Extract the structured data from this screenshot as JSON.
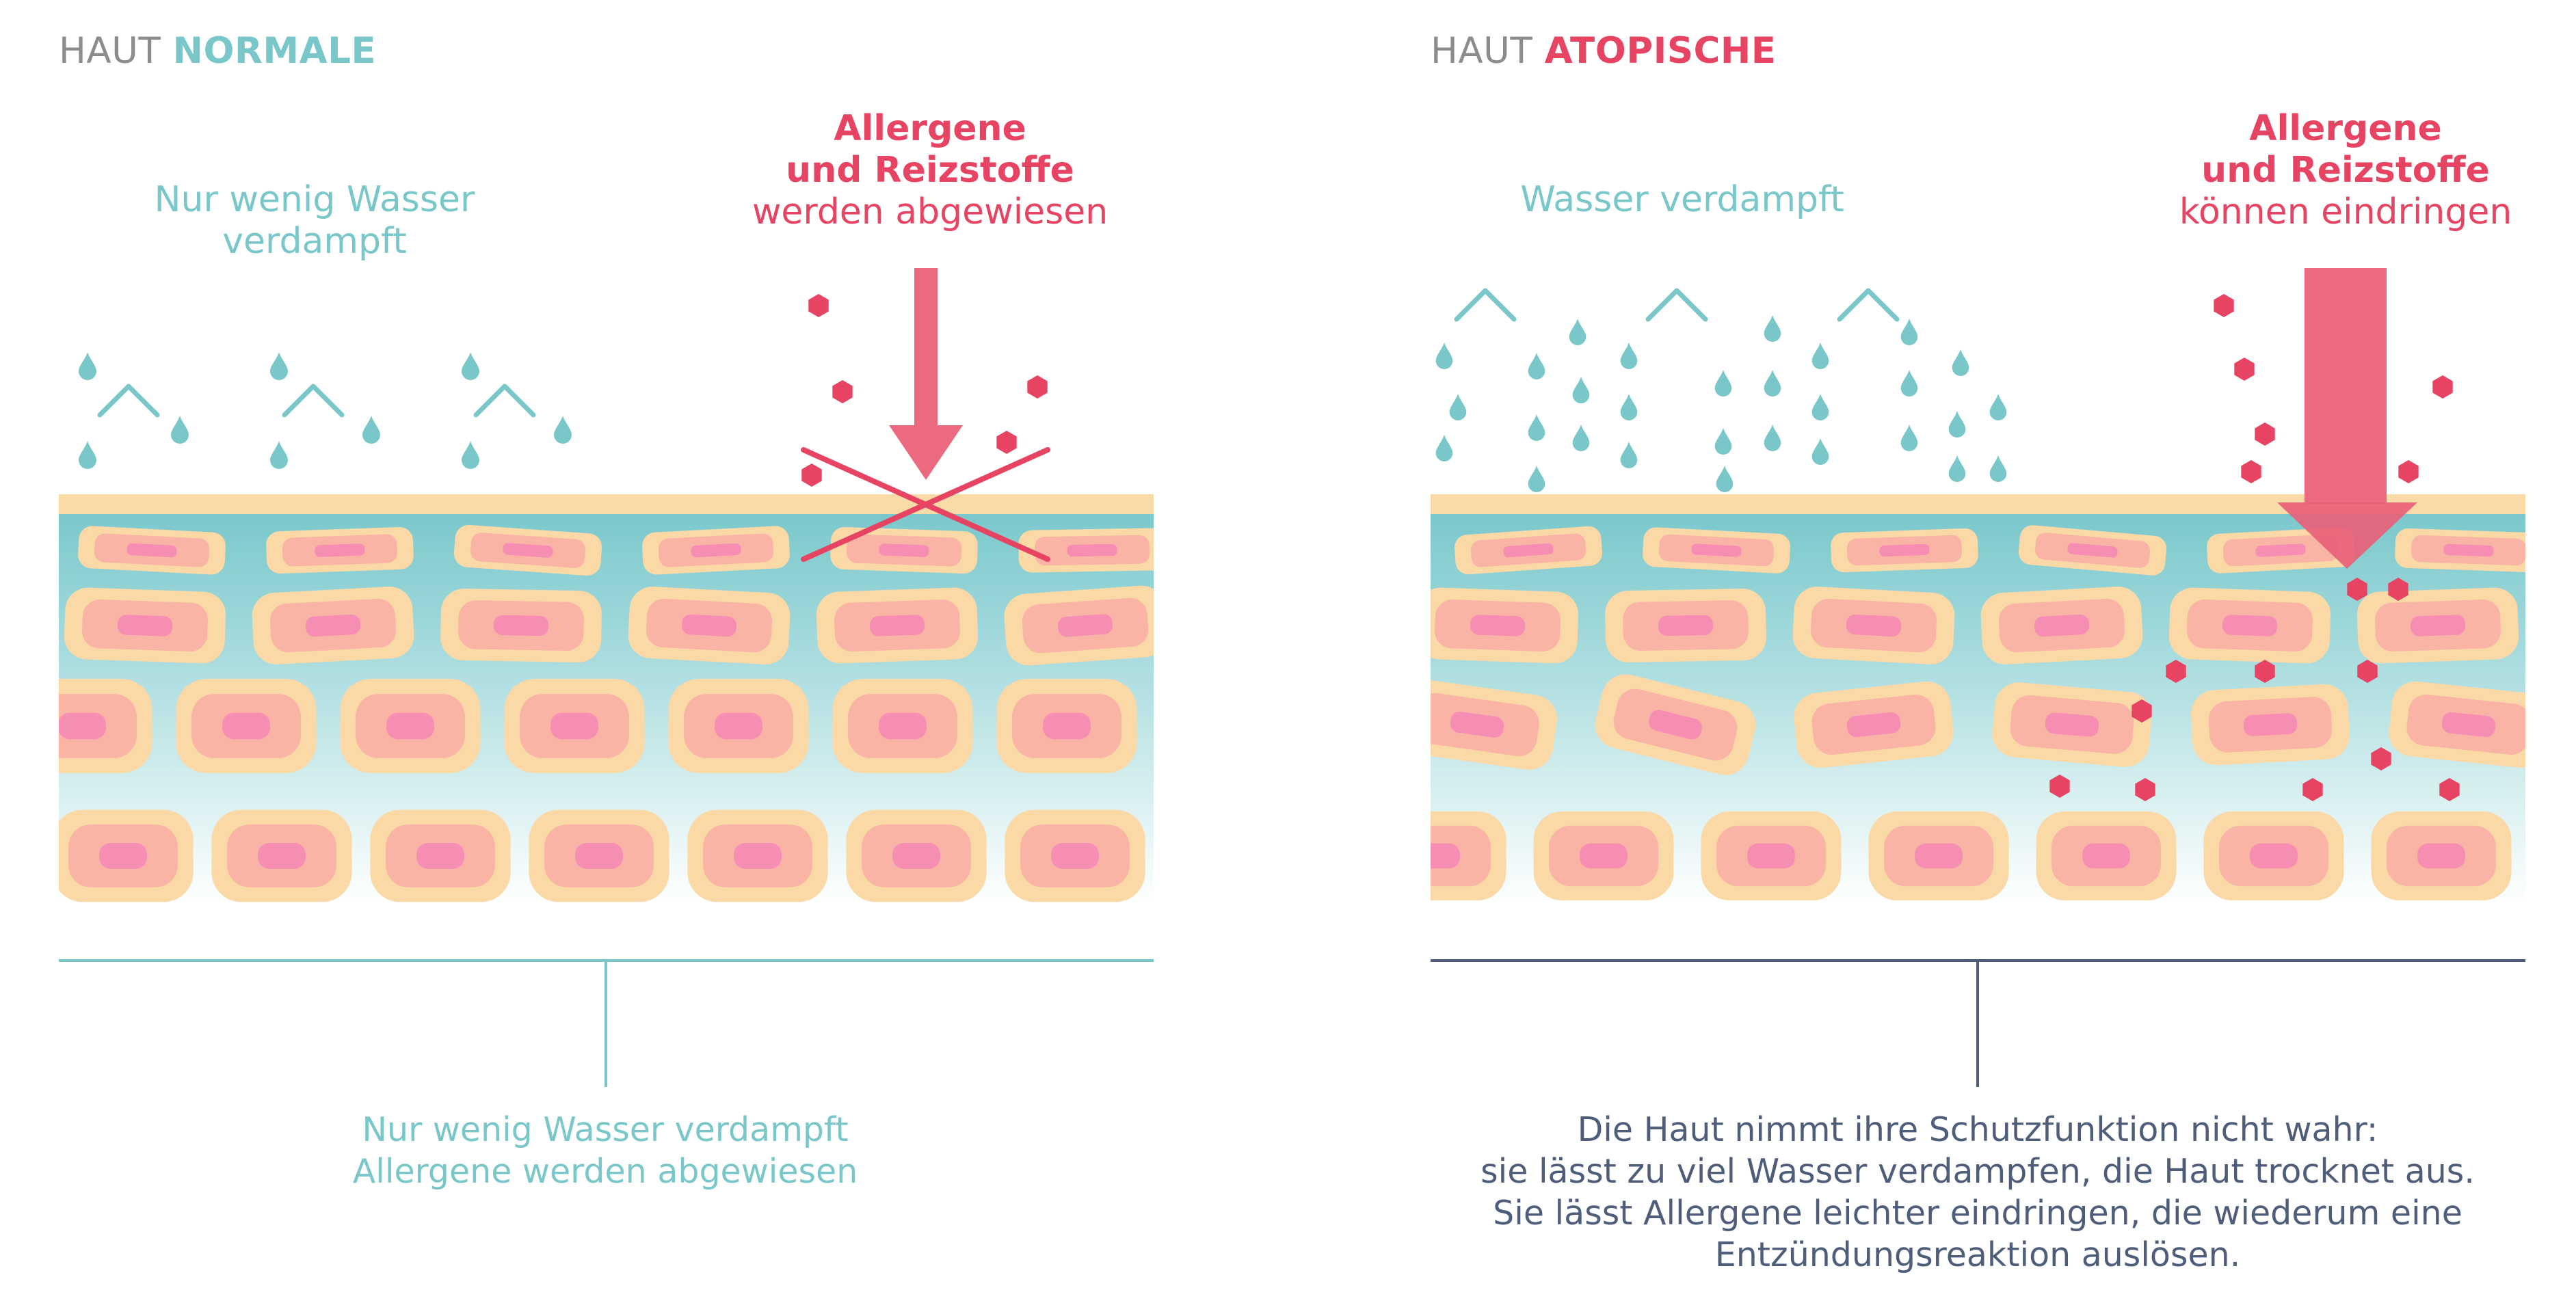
{
  "left_panel": {
    "heading_prefix": "HAUT",
    "heading_accent": "NORMALE",
    "evap_label": "Nur wenig Wasser verdampft",
    "allergen_line1": "Allergene",
    "allergen_line2": "und Reizstoffe",
    "allergen_line3": "werden abgewiesen",
    "caption_line1": "Nur wenig Wasser verdampft",
    "caption_line2": "Allergene werden abgewiesen"
  },
  "right_panel": {
    "heading_prefix": "HAUT",
    "heading_accent": "ATOPISCHE",
    "evap_label": "Wasser verdampft",
    "allergen_line1": "Allergene",
    "allergen_line2": "und Reizstoffe",
    "allergen_line3": "können eindringen",
    "caption_line1": "Die Haut nimmt ihre Schutzfunktion nicht wahr:",
    "caption_line2": "sie lässt zu viel Wasser verdampfen, die Haut trocknet aus.",
    "caption_line3": "Sie lässt Allergene leichter eindringen, die wiederum eine",
    "caption_line4": "Entzündungsreaktion auslösen."
  },
  "colors": {
    "teal": "#79c7c9",
    "red": "#e74463",
    "arrow_pink": "#eb6a80",
    "skin_top": "#f8dba7",
    "cell_outer": "#fbd9a6",
    "cell_mid": "#f9b4a5",
    "cell_nucleus": "#f68db3",
    "navy": "#4e5d79"
  },
  "icons": {
    "droplet": "droplet-icon",
    "up_arrow": "up-arrow-icon",
    "allergen": "hexagon-icon",
    "blocked": "cross-icon"
  }
}
